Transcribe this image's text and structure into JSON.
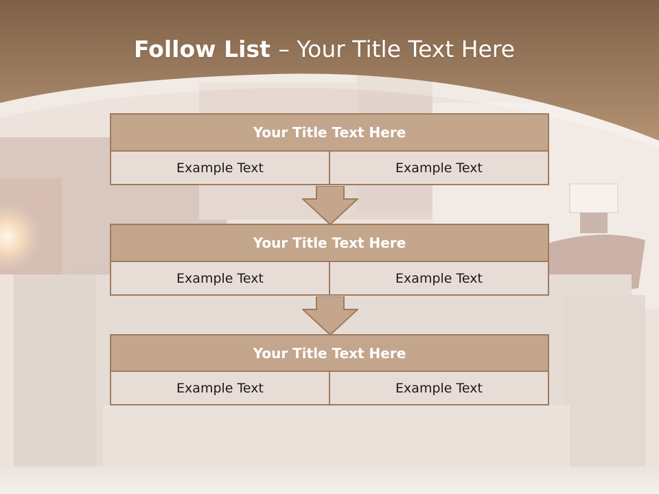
{
  "slide": {
    "title_bold": "Follow List ",
    "title_rest": " – Your Title Text Here",
    "blocks": [
      {
        "heading": "Your Title Text Here",
        "left": "Example Text",
        "right": "Example Text"
      },
      {
        "heading": "Your Title Text Here",
        "left": "Example Text",
        "right": "Example Text"
      },
      {
        "heading": "Your Title Text Here",
        "left": "Example Text",
        "right": "Example Text"
      }
    ]
  },
  "colors": {
    "header_band": "#a7835f",
    "block_heading_fill": "#c4a68d",
    "block_border": "#9e7b5f",
    "cell_fill": "#e8dcd6",
    "arrow_fill": "#c4a68d"
  },
  "icons": {
    "connector": "down-arrow-icon"
  }
}
